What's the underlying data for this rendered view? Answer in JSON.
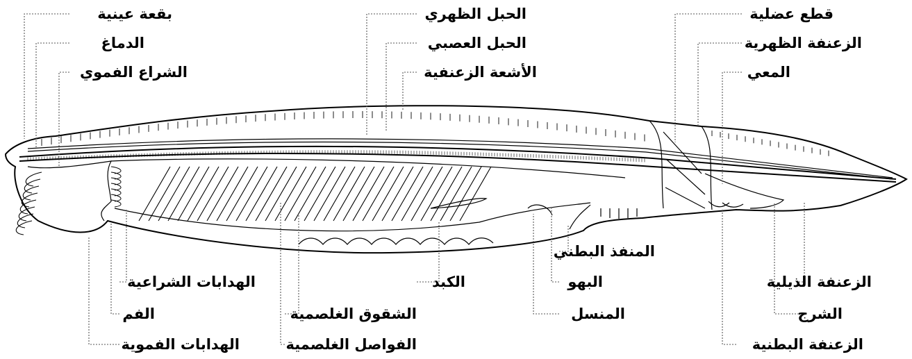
{
  "labels": {
    "eyespot": "بقعة عينية",
    "brain": "الدماغ",
    "oral_hood": "الشراع الفموي",
    "notochord": "الحبل الظهري",
    "nerve_cord": "الحبل العصبي",
    "fin_rays": "الأشعة الزعنفية",
    "myotomes": "قطع عضلية",
    "dorsal_fin": "الزعنفة الظهرية",
    "intestine": "المعي",
    "velar_tentacles": "الهدابات الشراعية",
    "mouth": "الفم",
    "oral_cirri": "الهدابات الفموية",
    "gill_slits": "الشقوق الغلصمية",
    "gill_bars": "الفواصل الغلصمية",
    "liver": "الكبد",
    "atriopore": "المنفذ البطني",
    "atrium": "البهو",
    "gonads": "المنسل",
    "caudal_fin": "الزعنفة الذيلية",
    "anus": "الشرج",
    "ventral_fin": "الزعنفة البطنية"
  }
}
